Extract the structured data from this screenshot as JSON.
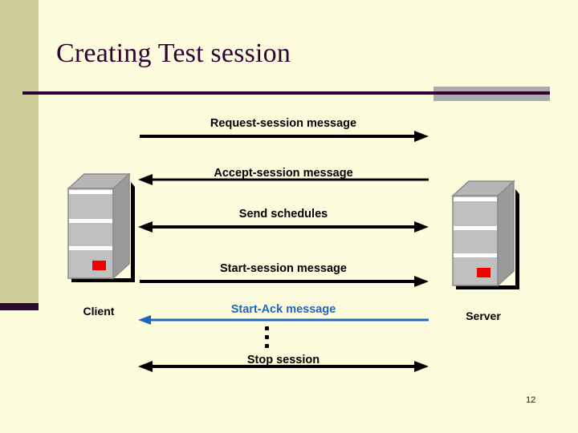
{
  "slide": {
    "title": "Creating Test session",
    "page_number": "12",
    "background_color": "#fdfdde",
    "title_color": "#330033",
    "band_color": "#cdcd99",
    "accent_bar_color": "#330033",
    "gray_block_color": "#aaaaaa"
  },
  "nodes": [
    {
      "id": "client",
      "label": "Client",
      "icon": "computer-tower-icon"
    },
    {
      "id": "server",
      "label": "Server",
      "icon": "computer-tower-icon"
    }
  ],
  "messages": [
    {
      "label": "Request-session message",
      "direction": "right",
      "color": "#000000",
      "from": "client",
      "to": "server"
    },
    {
      "label": "Accept-session message",
      "direction": "left",
      "color": "#000000",
      "from": "server",
      "to": "client"
    },
    {
      "label": "Send schedules",
      "direction": "both",
      "color": "#000000",
      "from": "client",
      "to": "server"
    },
    {
      "label": "Start-session message",
      "direction": "right",
      "color": "#000000",
      "from": "client",
      "to": "server"
    },
    {
      "label": "Start-Ack message",
      "direction": "left",
      "color": "#1f66c1",
      "from": "server",
      "to": "client"
    },
    {
      "label": "Stop session",
      "direction": "both",
      "color": "#000000",
      "from": "client",
      "to": "server"
    }
  ],
  "ellipsis": {
    "name": "continuation-ellipsis",
    "dots": 3
  }
}
